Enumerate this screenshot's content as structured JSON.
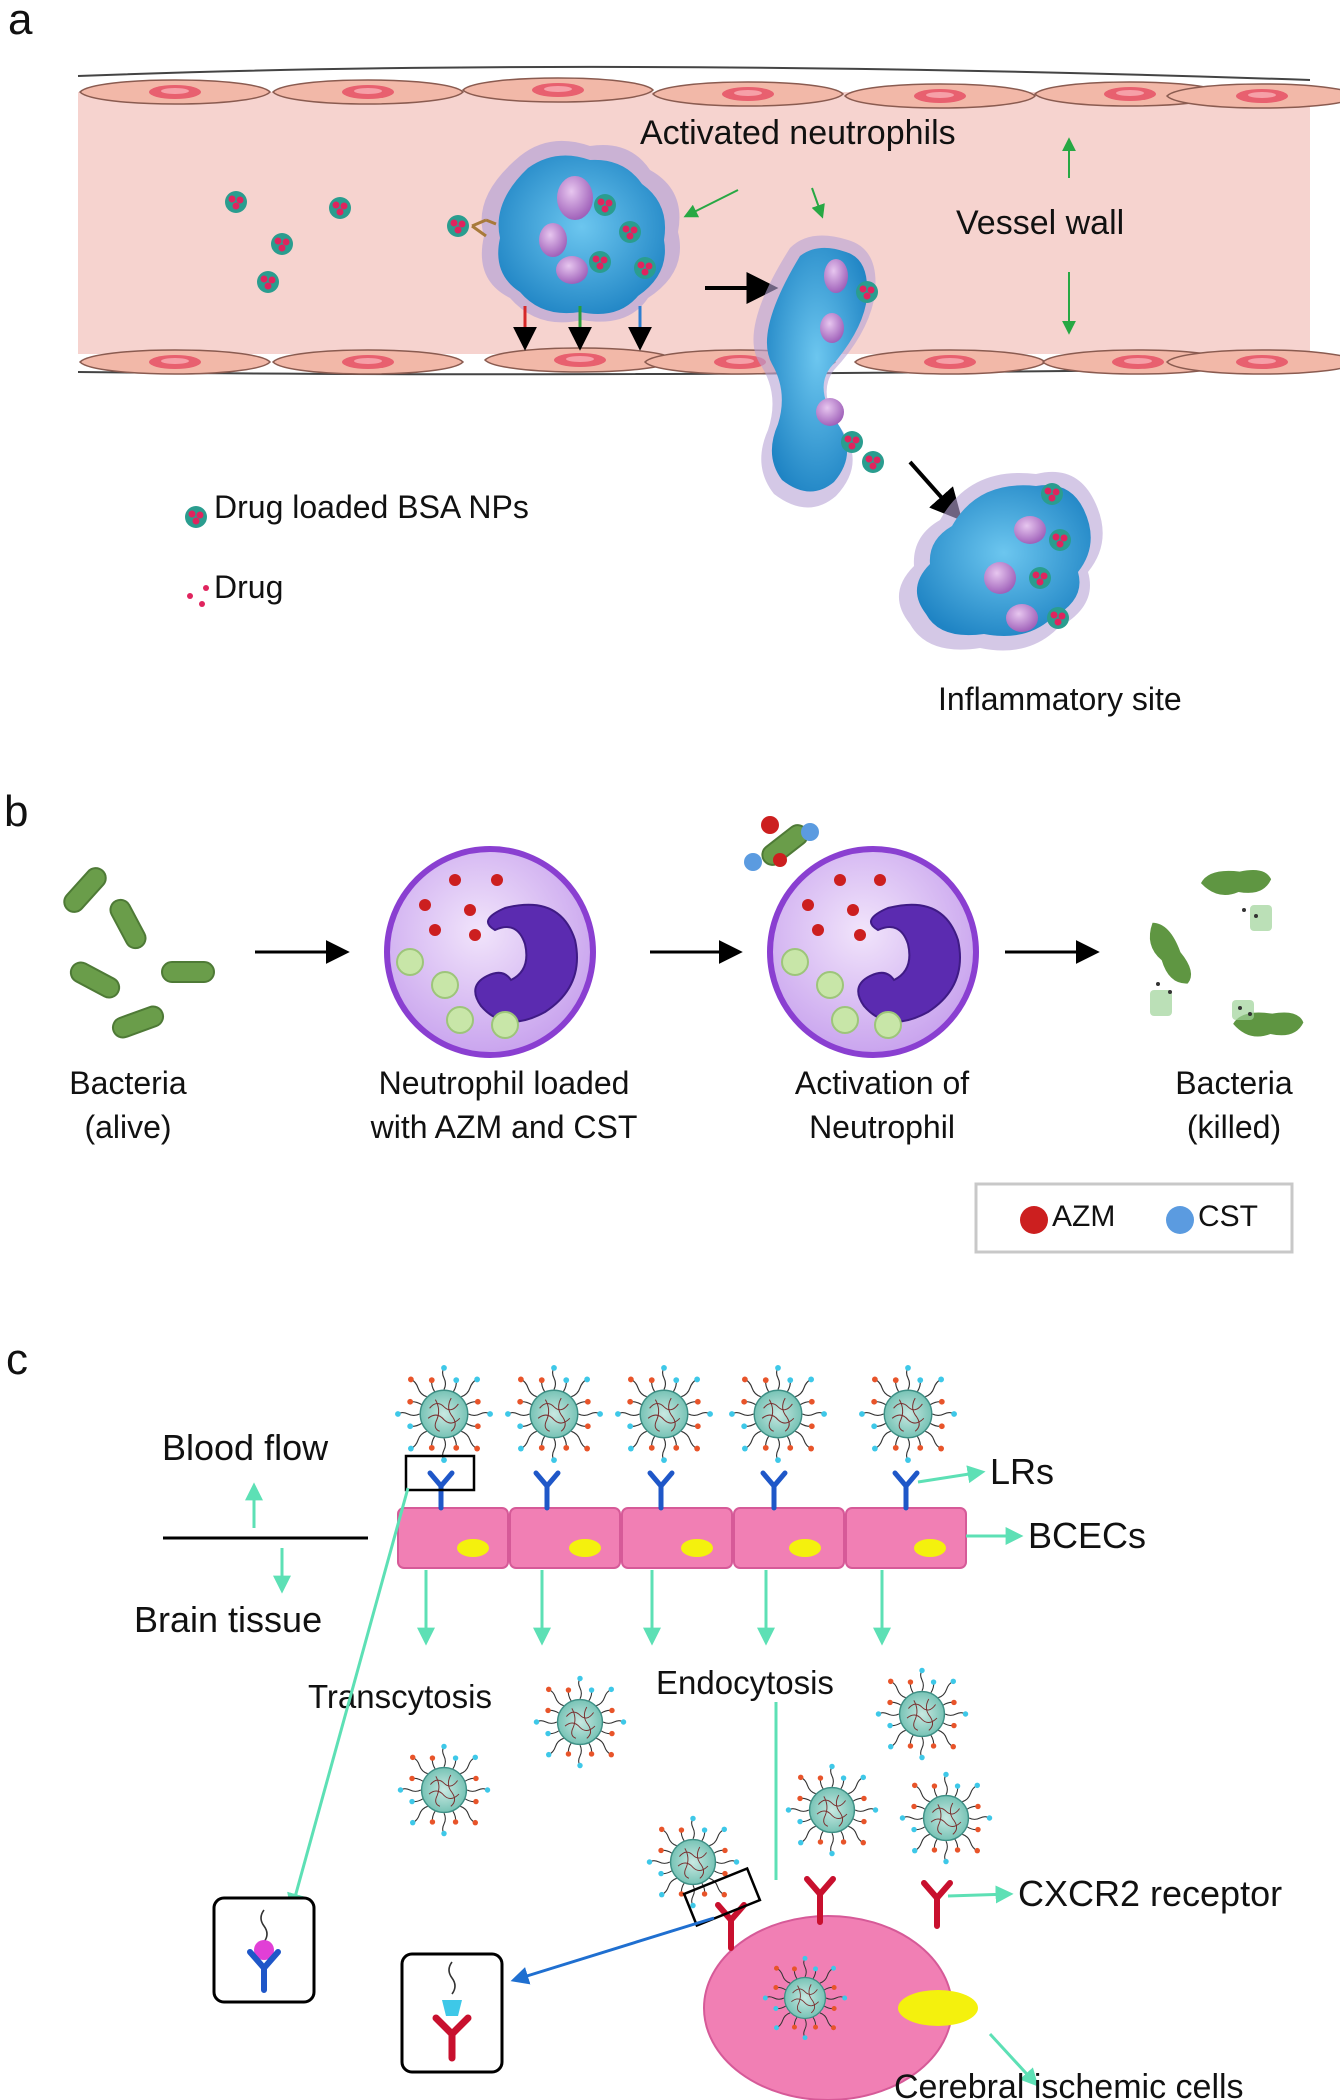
{
  "panels": [
    {
      "letter": "a"
    },
    {
      "letter": "b"
    },
    {
      "letter": "c"
    }
  ],
  "panel_a": {
    "activated_neutrophils": "Activated  neutrophils",
    "vessel_wall": "Vessel wall",
    "legend_nps": "Drug loaded  BSA NPs",
    "legend_drug": "Drug",
    "inflammatory_site": "Inflammatory site"
  },
  "panel_b": {
    "steps": [
      {
        "line1": "Bacteria",
        "line2": "(alive)"
      },
      {
        "line1": "Neutrophil  loaded",
        "line2": "with AZM  and CST"
      },
      {
        "line1": "Activation  of",
        "line2": "Neutrophil"
      },
      {
        "line1": "Bacteria",
        "line2": "(killed)"
      }
    ],
    "legend": [
      {
        "label": "AZM",
        "color": "#cc1f1f"
      },
      {
        "label": "CST",
        "color": "#5b9be0"
      }
    ]
  },
  "panel_c": {
    "blood_flow": "Blood flow",
    "brain_tissue": "Brain tissue",
    "lrs": "LRs",
    "bcecs": "BCECs",
    "transcytosis": "Transcytosis",
    "endocytosis": "Endocytosis",
    "cxcr2": "CXCR2 receptor",
    "ischemic_cells": "Cerebral ischemic cells"
  },
  "colors": {
    "vessel_lumen": "#f6d3cf",
    "endothelial": "#f2b8a8",
    "neutrophil_blue": "#3fa9dc",
    "bacteria_green": "#5f9642",
    "bcec_pink": "#f17fb4",
    "arrow_teal": "#5de0b5",
    "cxcr2_red": "#c8102e",
    "lr_blue": "#1f57c8"
  }
}
